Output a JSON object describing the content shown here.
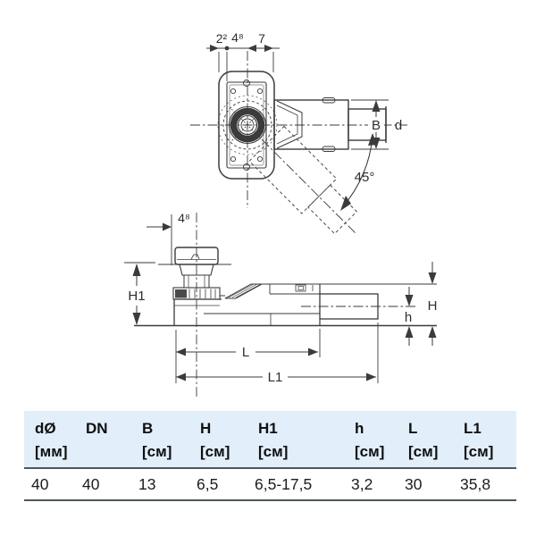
{
  "drawing": {
    "top_view": {
      "dim_left": "2²",
      "dim_center": "4⁸",
      "dim_right": "7",
      "dim_width": "B",
      "dim_diameter": "d",
      "angle": "45°"
    },
    "side_view": {
      "dim_offset": "4⁸",
      "dim_height_total": "H1",
      "dim_height": "H",
      "dim_outlet_height": "h",
      "dim_length": "L",
      "dim_length_total": "L1"
    }
  },
  "table": {
    "columns": [
      {
        "name": "dØ",
        "unit": "[мм]"
      },
      {
        "name": "DN",
        "unit": ""
      },
      {
        "name": "B",
        "unit": "[см]"
      },
      {
        "name": "H",
        "unit": "[см]"
      },
      {
        "name": "H1",
        "unit": "[см]"
      },
      {
        "name": "h",
        "unit": "[см]"
      },
      {
        "name": "L",
        "unit": "[см]"
      },
      {
        "name": "L1",
        "unit": "[см]"
      }
    ],
    "rows": [
      [
        "40",
        "40",
        "13",
        "6,5",
        "6,5-17,5",
        "3,2",
        "30",
        "35,8"
      ]
    ]
  },
  "colors": {
    "header_bg": "#e2eefa",
    "table_border": "#4e565c",
    "line": "#3b3b3b"
  }
}
